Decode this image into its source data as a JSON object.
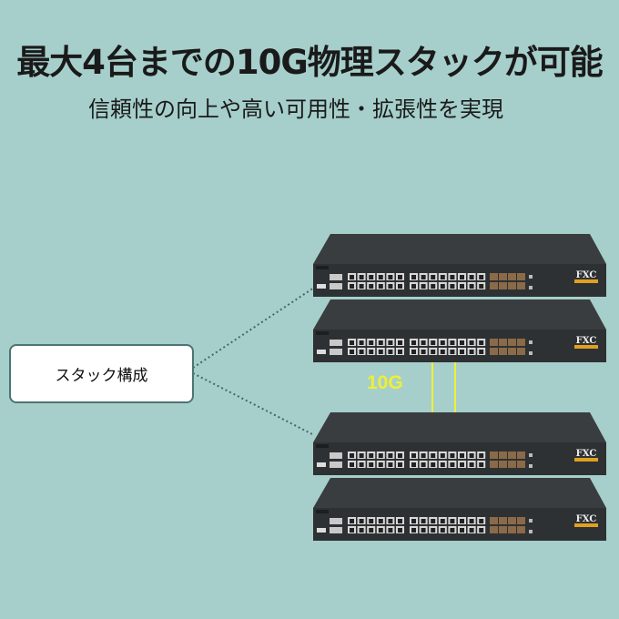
{
  "headline": "最大4台までの10G物理スタックが可能",
  "subheadline": "信頼性の向上や高い可用性・拡張性を実現",
  "callout": {
    "label": "スタック構成"
  },
  "link": {
    "label": "10G",
    "color": "#f0ef35"
  },
  "switches": {
    "count": 4,
    "brand": "FXC",
    "rj45_ports": 28,
    "sfp_ports": 8,
    "body_color": "#2e3133",
    "brand_badge_color": "#e0a020"
  },
  "colors": {
    "background": "#a6cfcb",
    "callout_border": "#4b7574"
  }
}
